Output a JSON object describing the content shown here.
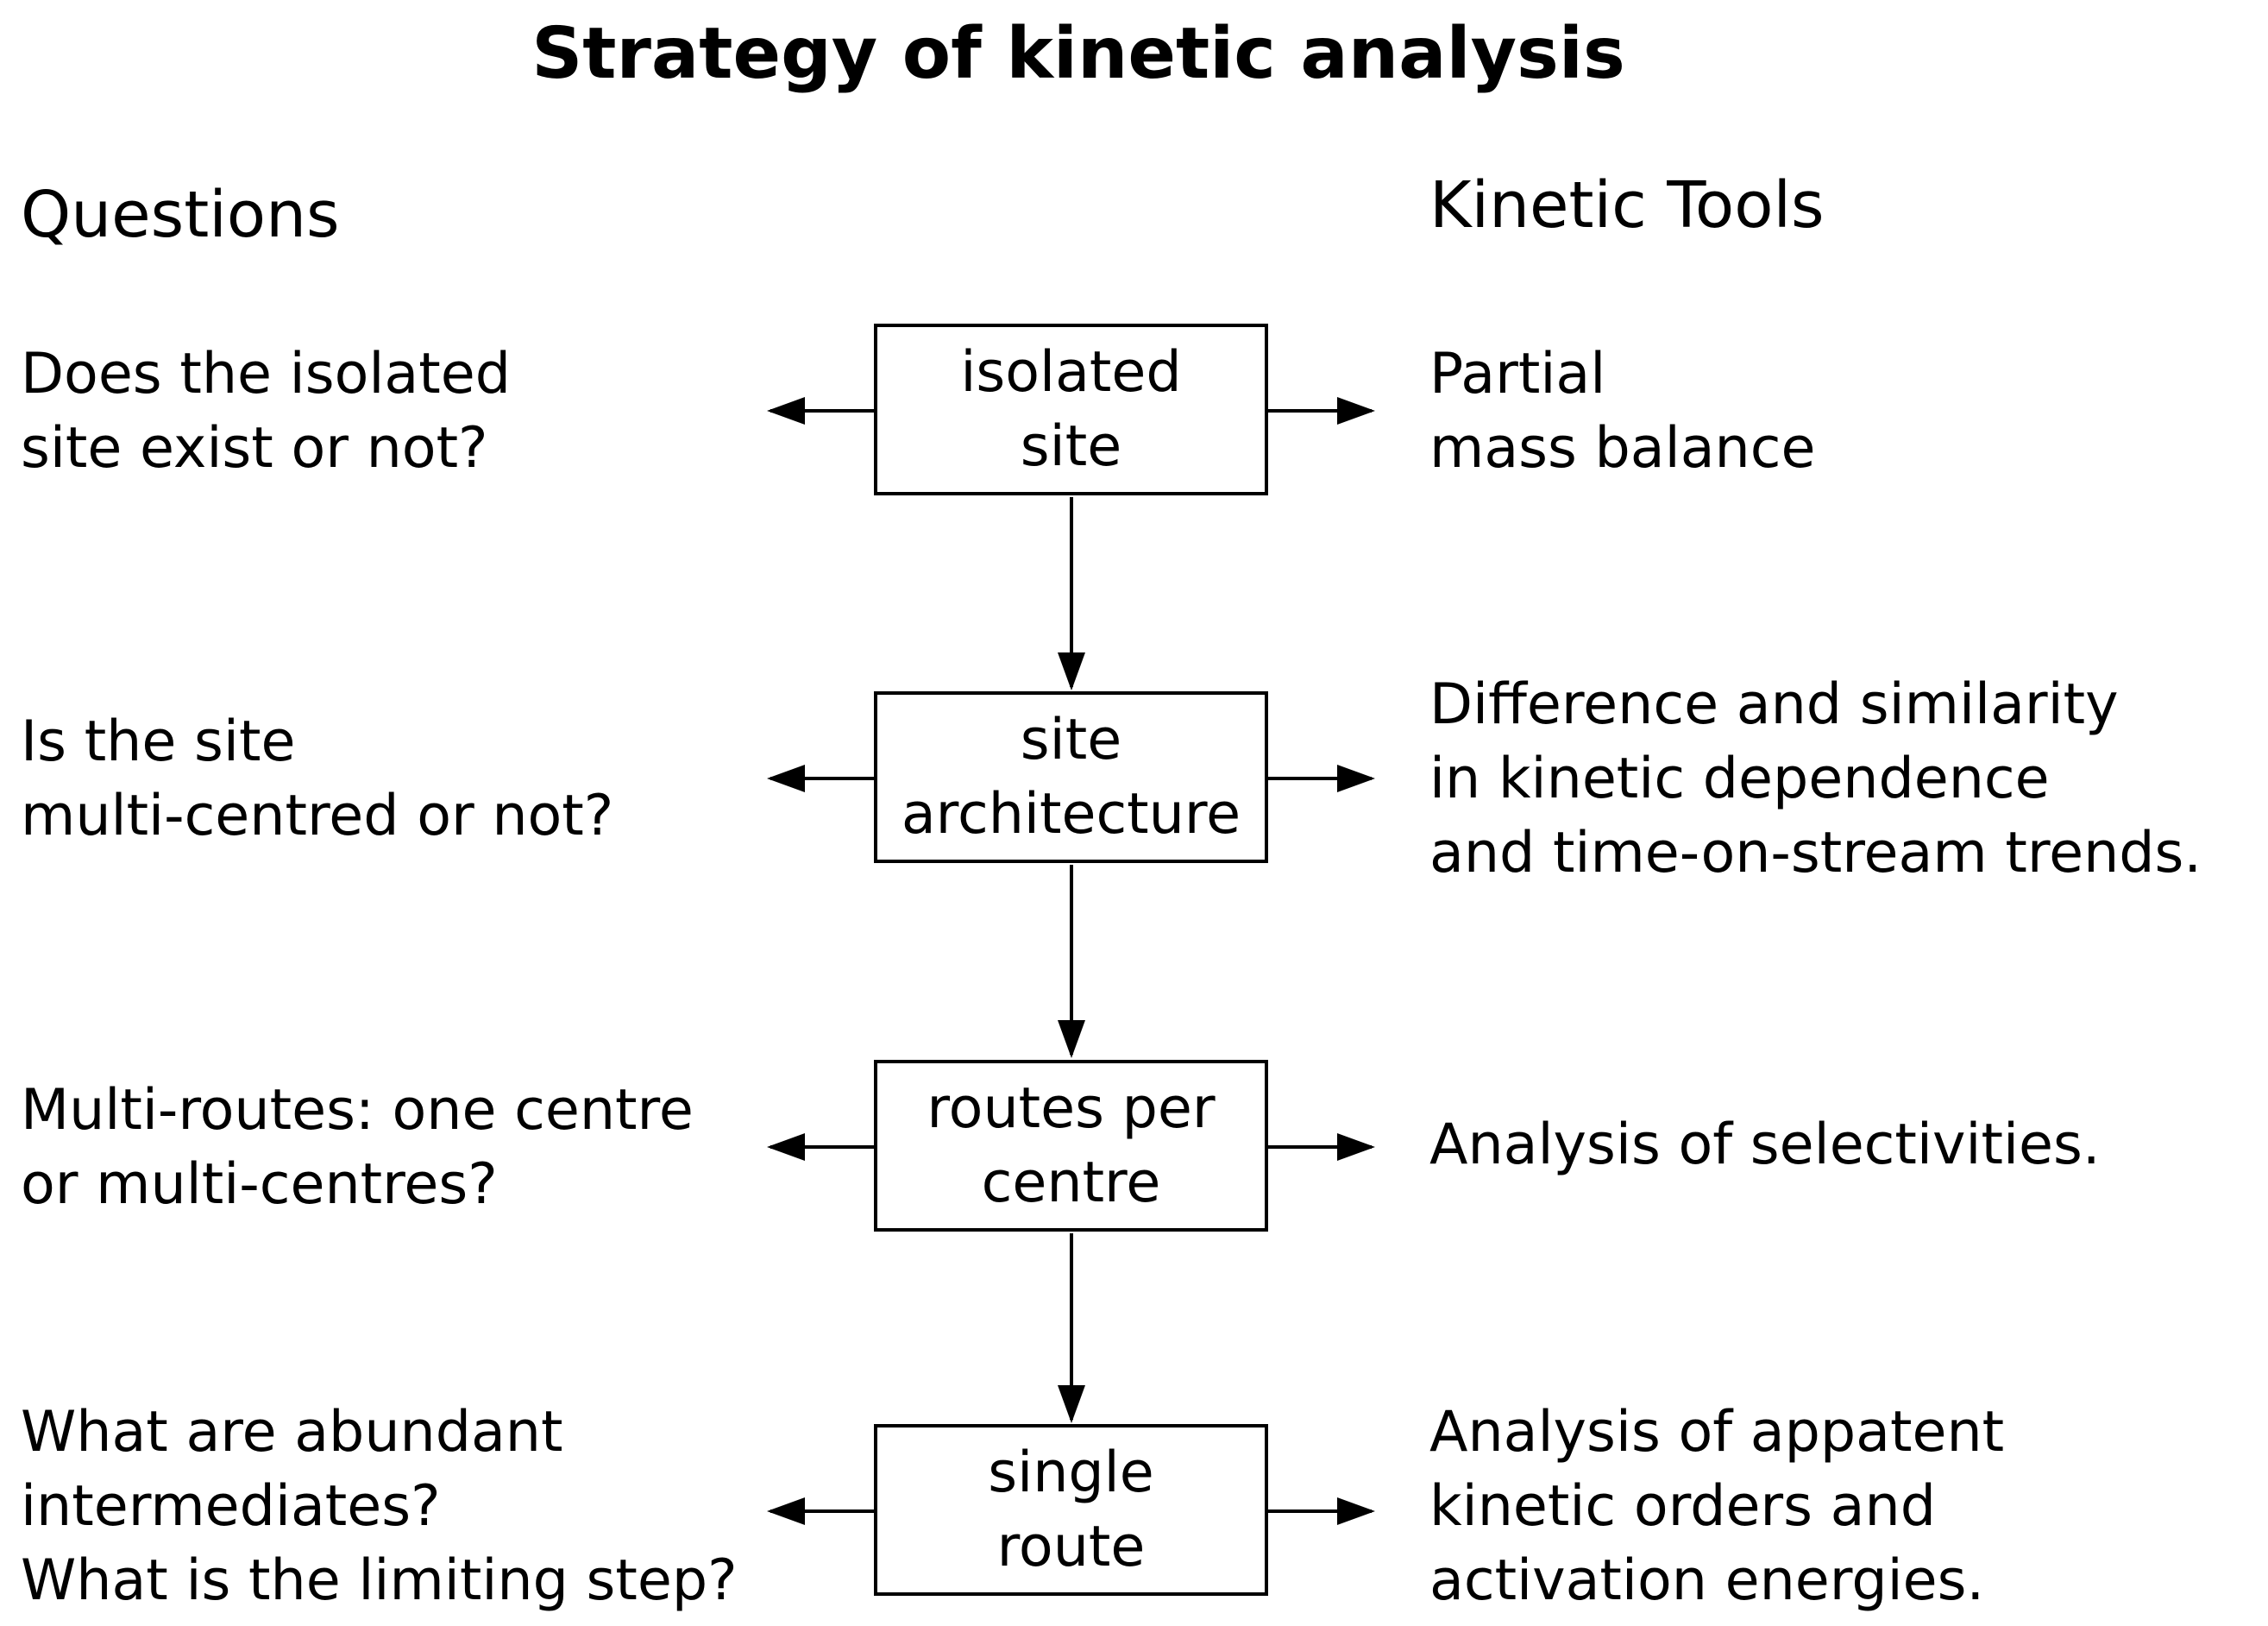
{
  "title": "Strategy of kinetic analysis",
  "headers": {
    "questions": "Questions",
    "tools": "Kinetic Tools"
  },
  "stages": [
    {
      "box": [
        "isolated",
        "site"
      ],
      "question": [
        "Does the isolated",
        "site exist or not?"
      ],
      "tool": [
        "Partial",
        "mass balance"
      ]
    },
    {
      "box": [
        "site",
        "architecture"
      ],
      "question": [
        "Is the site",
        "multi-centred or not?"
      ],
      "tool": [
        "Difference and similarity",
        "in kinetic dependence",
        "and time-on-stream trends."
      ]
    },
    {
      "box": [
        "routes per",
        "centre"
      ],
      "question": [
        "Multi-routes: one centre",
        "or multi-centres?"
      ],
      "tool": [
        "Analysis of selectivities."
      ]
    },
    {
      "box": [
        "single",
        "route"
      ],
      "question": [
        "What are abundant",
        "intermediates?",
        "What is the limiting step?"
      ],
      "tool": [
        "Analysis of appatent",
        "kinetic orders and",
        "activation energies."
      ]
    }
  ]
}
